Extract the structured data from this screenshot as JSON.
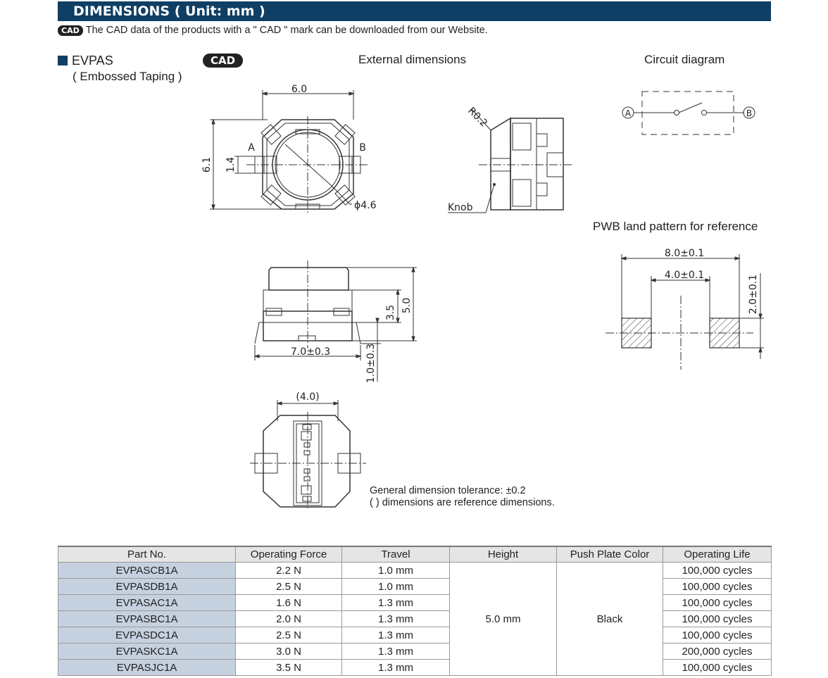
{
  "header": {
    "title": "DIMENSIONS ( Unit: mm )"
  },
  "note": {
    "badge": "CAD",
    "text": "The CAD data of the products with a \"  CAD \" mark can be downloaded from our Website."
  },
  "series": {
    "name": "EVPAS",
    "subtitle": "( Embossed Taping )",
    "cad_badge": "CAD"
  },
  "labels": {
    "external": "External dimensions",
    "circuit": "Circuit diagram",
    "pwb": "PWB land pattern for reference"
  },
  "drawing": {
    "top_width": "6.0",
    "top_height": "6.1",
    "terminal_pitch": "1.4",
    "terminal_a": "A",
    "terminal_b": "B",
    "diameter": "ϕ4.6",
    "radius": "R0.2",
    "knob": "Knob",
    "side_width": "7.0±0.3",
    "side_height_total": "5.0",
    "side_height_body": "3.5",
    "lead_height": "1.0±0.3",
    "bottom_width": "(4.0)",
    "circuit_a": "A",
    "circuit_b": "B",
    "pwb_outer": "8.0±0.1",
    "pwb_inner": "4.0±0.1",
    "pwb_height": "2.0±0.1"
  },
  "tolerance": {
    "line1": "General dimension tolerance: ±0.2",
    "line2": "(  ) dimensions are reference dimensions."
  },
  "table": {
    "headers": [
      "Part No.",
      "Operating Force",
      "Travel",
      "Height",
      "Push Plate Color",
      "Operating Life"
    ],
    "rows": [
      [
        "EVPASCB1A",
        "2.2 N",
        "1.0 mm",
        "100,000 cycles"
      ],
      [
        "EVPASDB1A",
        "2.5 N",
        "1.0 mm",
        "100,000 cycles"
      ],
      [
        "EVPASAC1A",
        "1.6 N",
        "1.3 mm",
        "100,000 cycles"
      ],
      [
        "EVPASBC1A",
        "2.0 N",
        "1.3 mm",
        "100,000 cycles"
      ],
      [
        "EVPASDC1A",
        "2.5 N",
        "1.3 mm",
        "100,000 cycles"
      ],
      [
        "EVPASKC1A",
        "3.0 N",
        "1.3 mm",
        "200,000 cycles"
      ],
      [
        "EVPASJC1A",
        "3.5 N",
        "1.3 mm",
        "100,000 cycles"
      ]
    ],
    "height_merged": "5.0 mm",
    "color_merged": "Black"
  }
}
